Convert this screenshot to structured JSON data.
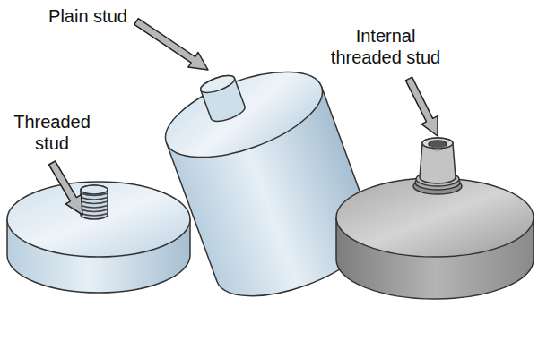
{
  "diagram": {
    "labels": [
      "Plain stud",
      "Internal threaded stud",
      "Threaded stud"
    ]
  }
}
